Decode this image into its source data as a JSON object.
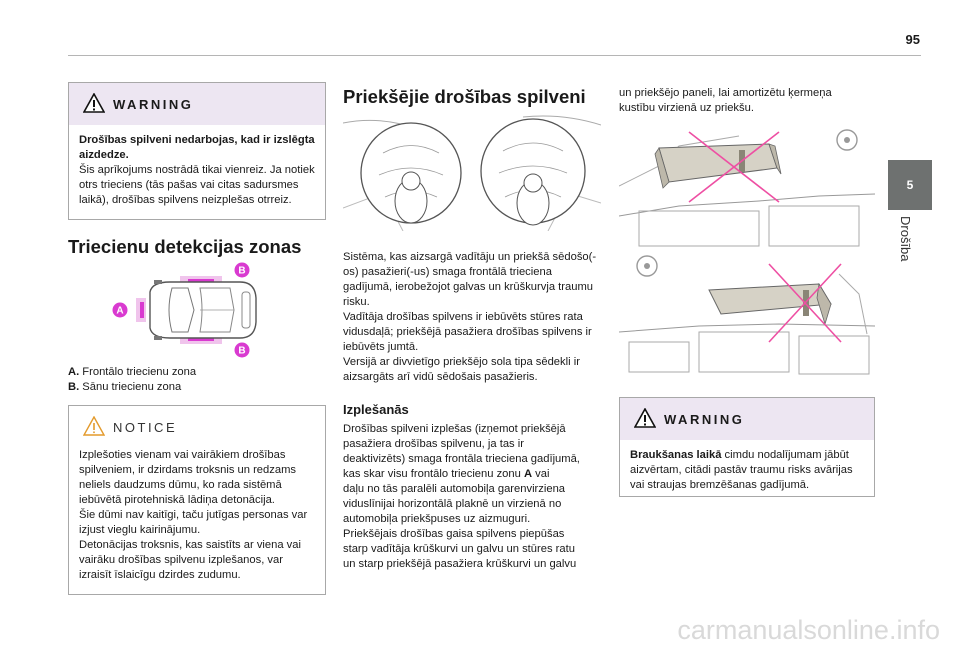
{
  "header": {
    "page_number": "95"
  },
  "chapter": {
    "number": "5",
    "title": "Drošība"
  },
  "warning1": {
    "title": "WARNING",
    "lead": "Drošības spilveni nedarbojas, kad ir izslēgta aizdedze.",
    "body": "Šis aprīkojums nostrādā tikai vienreiz. Ja notiek otrs trieciens (tās pašas vai citas sadursmes laikā), drošības spilvens neizplešas otrreiz."
  },
  "zones": {
    "title": "Triecienu detekcijas zonas",
    "badge_a": "A",
    "badge_b": "B",
    "legend": [
      {
        "key": "A.",
        "text": "Frontālo triecienu zona"
      },
      {
        "key": "B.",
        "text": "Sānu triecienu zona"
      }
    ]
  },
  "notice": {
    "title": "NOTICE",
    "paragraphs": [
      "Izplešoties vienam vai vairākiem drošības spilveniem, ir dzirdams troksnis un redzams neliels daudzums dūmu, ko rada sistēmā iebūvētā pirotehniskā lādiņa detonācija.",
      "Šie dūmi nav kaitīgi, taču jutīgas personas var izjust vieglu kairinājumu.",
      "Detonācijas troksnis, kas saistīts ar viena vai vairāku drošības spilvenu izplešanos, var izraisīt īslaicīgu dzirdes zudumu."
    ]
  },
  "front_airbags": {
    "title": "Priekšējie drošības spilveni",
    "paragraphs": [
      "Sistēma, kas aizsargā vadītāju un priekšā sēdošo(-os) pasažieri(-us) smaga frontālā trieciena gadījumā, ierobežojot galvas un krūškurvja traumu risku.",
      "Vadītāja drošības spilvens ir iebūvēts stūres rata vidusdaļā; priekšējā pasažiera drošības spilvens ir iebūvēts jumtā.",
      "Versijā ar divvietīgo priekšējo sola tipa sēdekli ir aizsargāts arī vidū sēdošais pasažieris."
    ]
  },
  "deployment": {
    "title": "Izplešanās",
    "lines": [
      "Drošības spilveni izplešas (izņemot priekšējā",
      "pasažiera drošības spilvenu, ja tas ir",
      "deaktivizēts) smaga frontāla trieciena gadījumā,",
      "kas skar visu frontālo triecienu zonu ",
      "daļu no tās paralēli automobiļa garenvirziena",
      "viduslīnijai horizontālā plaknē un virzienā no",
      "automobiļa priekšpuses uz aizmuguri.",
      "Priekšējais drošības gaisa spilvens piepūšas",
      "starp vadītāja krūškurvi un galvu un stūres ratu",
      "un starp priekšējā pasažiera krūškurvi un galvu"
    ],
    "zone_letter": "A",
    "after_letter": " vai"
  },
  "continuation": {
    "text": "un priekšējo paneli, lai amortizētu ķermeņa kustību virzienā uz priekšu."
  },
  "warning2": {
    "title": "WARNING",
    "lead": "Braukšanas laikā",
    "body": " cimdu nodalījumam jābūt aizvērtam, citādi pastāv traumu risks avārijas vai straujas bremzēšanas gadījumā."
  },
  "colors": {
    "warning_header": "#ede6f2",
    "zone_magenta": "#d93ad0",
    "chapter_tab": "#6e7170",
    "cross_pink": "#ee4fa3"
  },
  "watermark": {
    "text": "carmanualsonline.info"
  }
}
